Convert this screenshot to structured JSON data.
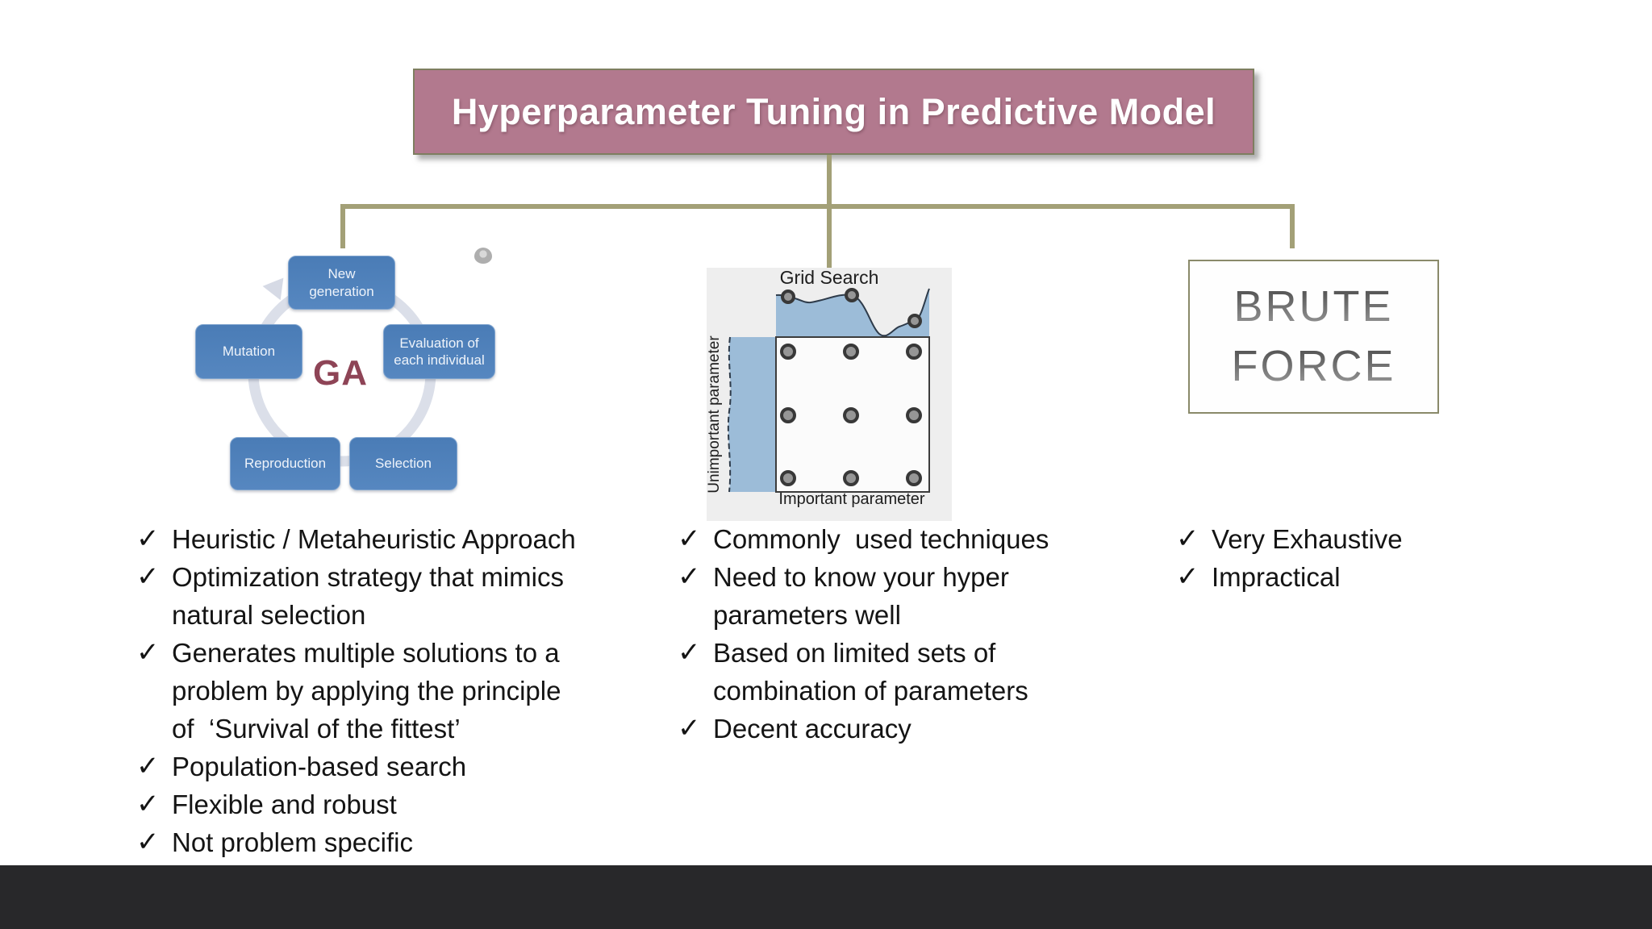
{
  "bullet_mark": "✓",
  "colors": {
    "title_fill": "#b2798e",
    "title_border": "#7e7e60",
    "connector": "#a3a077",
    "ga_box_blue": "#4e80ba",
    "ga_label_red": "#8e4456",
    "grid_blue": "#9cbcd8",
    "brute_text_gradient_top": "#474747",
    "brute_text_gradient_bottom": "#a0a0a0",
    "bottom_bar": "#28282a"
  },
  "title": {
    "text": "Hyperparameter Tuning in Predictive Model"
  },
  "ga": {
    "label": "GA",
    "boxes": [
      {
        "label": "New\ngeneration"
      },
      {
        "label": "Mutation"
      },
      {
        "label": "Evaluation of\neach individual"
      },
      {
        "label": "Reproduction"
      },
      {
        "label": "Selection"
      }
    ]
  },
  "grid_search": {
    "title": "Grid Search",
    "x_label": "Important parameter",
    "y_label": "Unimportant parameter"
  },
  "brute_force": {
    "line1": "BRUTE",
    "line2": "FORCE"
  },
  "columns": {
    "ga": {
      "bullets": [
        [
          "Heuristic / Metaheuristic Approach"
        ],
        [
          "Optimization strategy that mimics",
          "natural selection"
        ],
        [
          "Generates multiple solutions to a",
          "problem by applying the principle",
          "of  ‘Survival of the fittest’"
        ],
        [
          "Population-based search"
        ],
        [
          "Flexible and robust"
        ],
        [
          "Not problem specific"
        ]
      ]
    },
    "grid": {
      "bullets": [
        [
          "Commonly  used techniques"
        ],
        [
          "Need to know your hyper",
          "parameters well"
        ],
        [
          "Based on limited sets of",
          "combination of parameters"
        ],
        [
          "Decent accuracy"
        ]
      ]
    },
    "brute": {
      "bullets": [
        [
          "Very Exhaustive"
        ],
        [
          "Impractical"
        ]
      ]
    }
  }
}
